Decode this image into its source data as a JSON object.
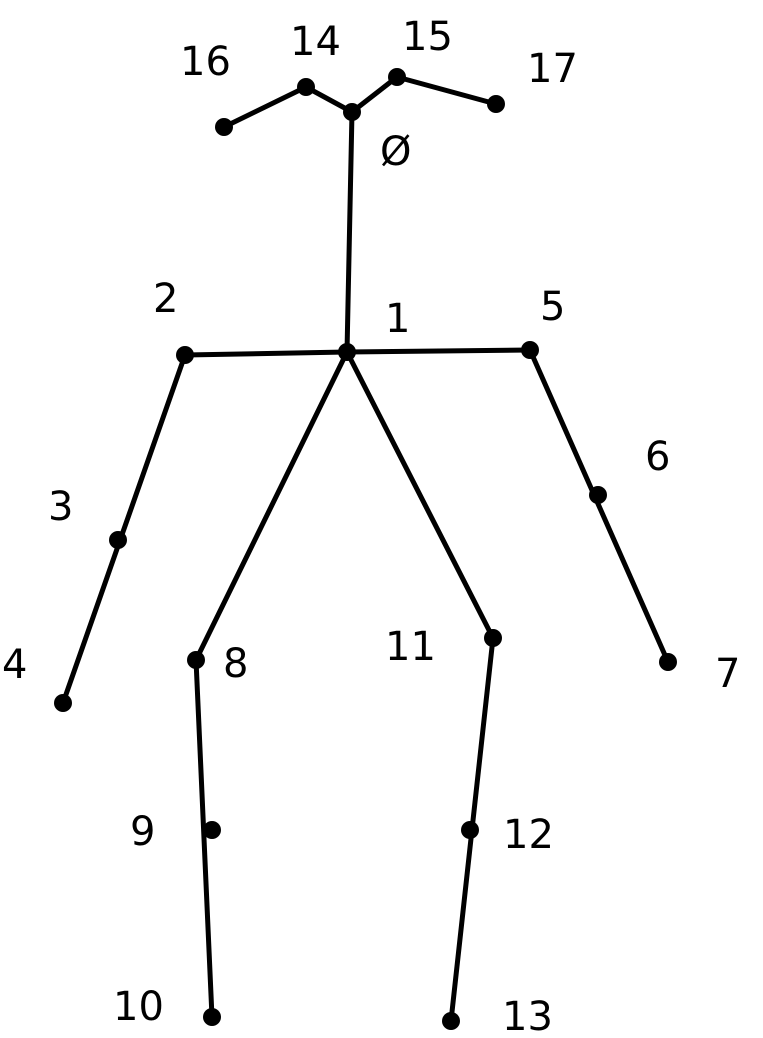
{
  "diagram": {
    "ink_color": "#000000",
    "background_color": "#ffffff",
    "keypoints": [
      {
        "id": "0",
        "label": "Ø"
      },
      {
        "id": "1",
        "label": "1"
      },
      {
        "id": "2",
        "label": "2"
      },
      {
        "id": "3",
        "label": "3"
      },
      {
        "id": "4",
        "label": "4"
      },
      {
        "id": "5",
        "label": "5"
      },
      {
        "id": "6",
        "label": "6"
      },
      {
        "id": "7",
        "label": "7"
      },
      {
        "id": "8",
        "label": "8"
      },
      {
        "id": "9",
        "label": "9"
      },
      {
        "id": "10",
        "label": "10"
      },
      {
        "id": "11",
        "label": "11"
      },
      {
        "id": "12",
        "label": "12"
      },
      {
        "id": "13",
        "label": "13"
      },
      {
        "id": "14",
        "label": "14"
      },
      {
        "id": "15",
        "label": "15"
      },
      {
        "id": "16",
        "label": "16"
      },
      {
        "id": "17",
        "label": "17"
      }
    ],
    "connections": [
      [
        "1",
        "0"
      ],
      [
        "1",
        "2"
      ],
      [
        "2",
        "4"
      ],
      [
        "1",
        "5"
      ],
      [
        "5",
        "7"
      ],
      [
        "1",
        "8"
      ],
      [
        "8",
        "10"
      ],
      [
        "1",
        "11"
      ],
      [
        "11",
        "13"
      ],
      [
        "0",
        "14"
      ],
      [
        "14",
        "16"
      ],
      [
        "0",
        "15"
      ],
      [
        "15",
        "17"
      ]
    ]
  }
}
